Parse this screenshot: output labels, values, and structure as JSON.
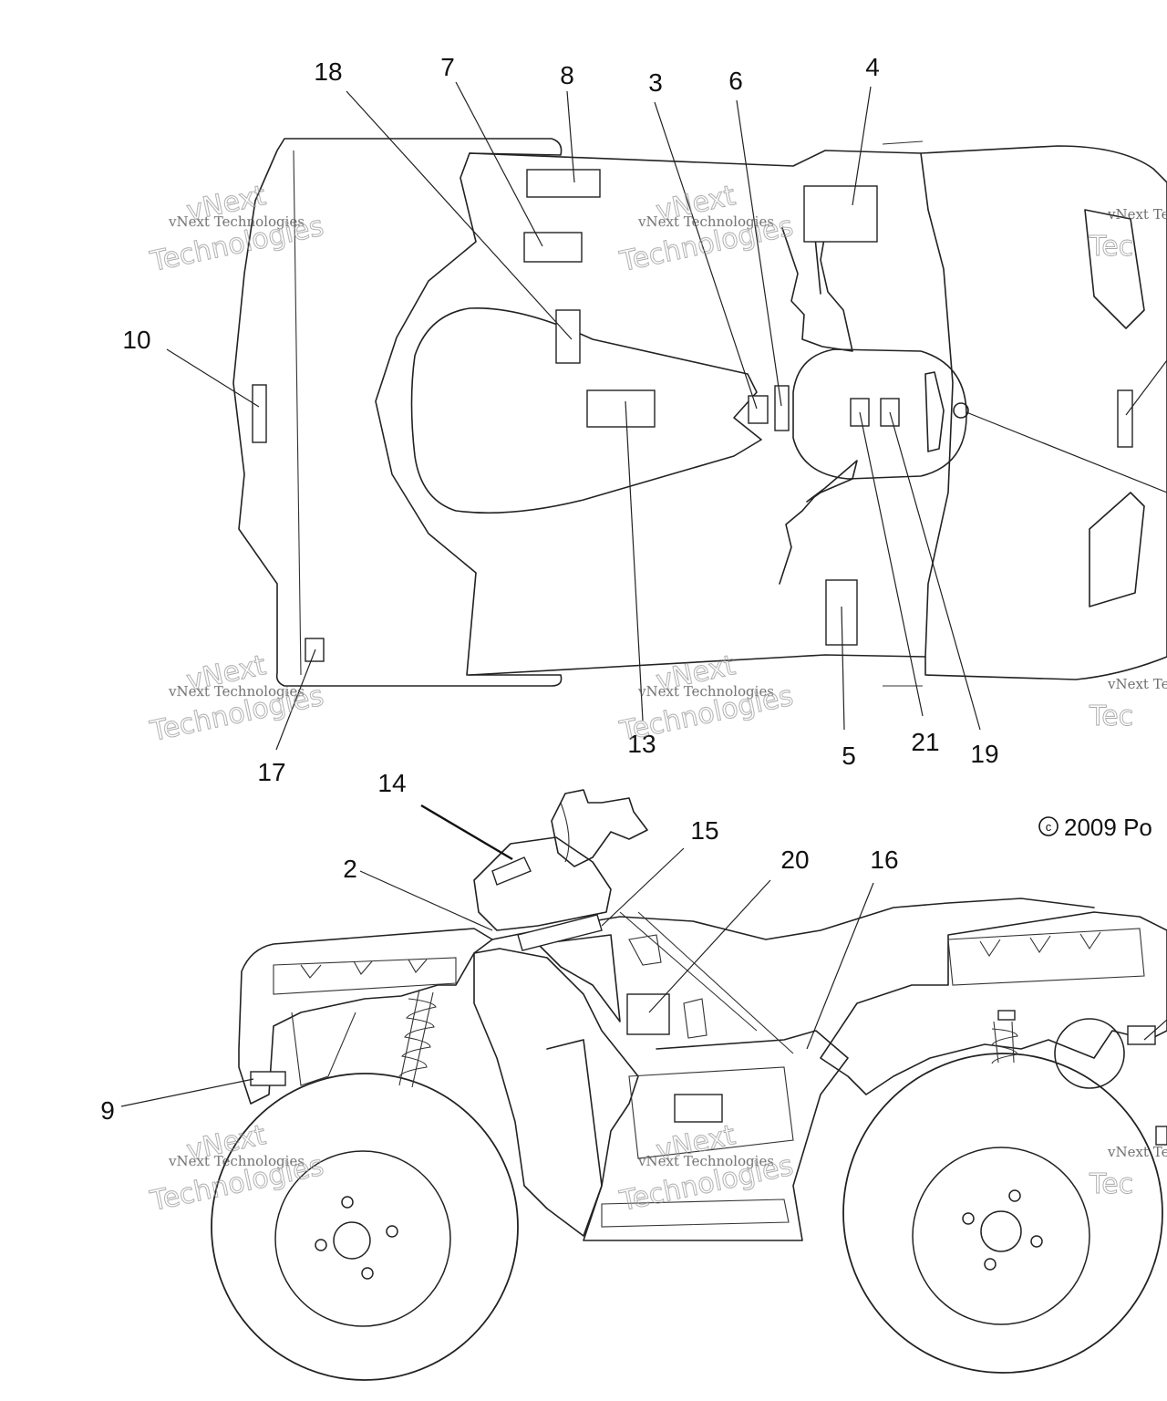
{
  "callouts": {
    "c18": "18",
    "c7": "7",
    "c8": "8",
    "c3": "3",
    "c6": "6",
    "c4": "4",
    "c10": "10",
    "c17": "17",
    "c13": "13",
    "c5": "5",
    "c21": "21",
    "c19": "19",
    "c14": "14",
    "c2": "2",
    "c15": "15",
    "c20": "20",
    "c16": "16",
    "c9": "9"
  },
  "copyright": "2009 Po",
  "watermark": {
    "line1": "vNext Technologies",
    "line2": "Technologies",
    "line3": "vNext",
    "partial1": "vNext Te",
    "partial2": "Tec"
  }
}
